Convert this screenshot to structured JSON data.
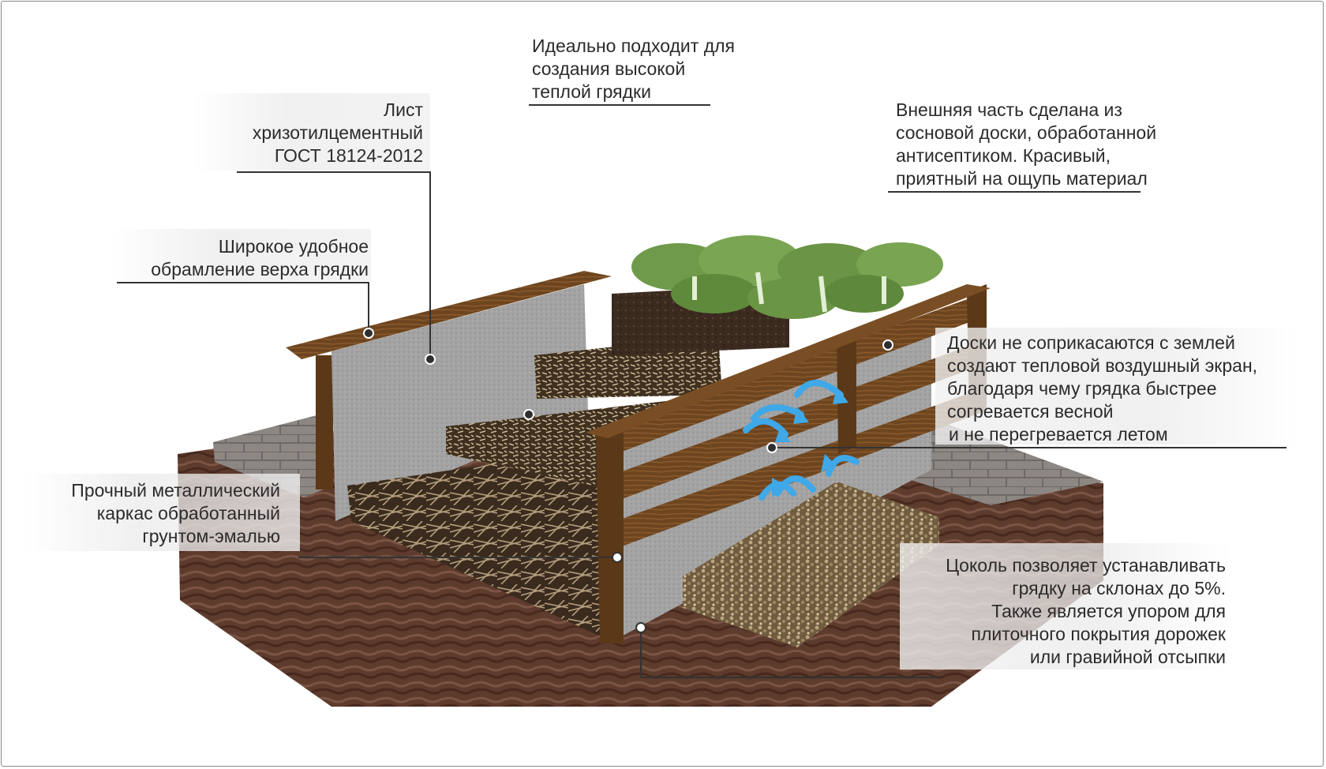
{
  "labels": {
    "asbestos_sheet": [
      "Лист",
      "хризотилцементный",
      "ГОСТ 18124-2012"
    ],
    "warm_bed": [
      "Идеально подходит для",
      "создания высокой",
      "теплой грядки"
    ],
    "outer_part": [
      "Внешняя часть сделана из",
      "сосновой доски, обработанной",
      "антисептиком. Красивый,",
      "приятный на ощупь материал"
    ],
    "top_frame": [
      "Широкое удобное",
      "обрамление верха грядки"
    ],
    "air_screen": [
      "Доски не соприкасаются с землей",
      "создают тепловой воздушный экран,",
      "благодаря чему грядка быстрее",
      "согревается весной",
      "и не перегревается летом"
    ],
    "metal_frame": [
      "Прочный металлический",
      "каркас обработанный",
      "грунтом-эмалью"
    ],
    "plinth": [
      "Цоколь позволяет устанавливать",
      "грядку на склонах до 5%.",
      "Также является упором для",
      "плиточного покрытия дорожек",
      "или гравийной отсыпки"
    ]
  },
  "colors": {
    "soil": "#5a3a2c",
    "wood": "#6b4420",
    "wood_light": "#8a5a2c",
    "sheet": "#9c9c9c",
    "paving": "#8f8a86",
    "gravel": "#8c7a5a",
    "leaf": "#6f9a4a",
    "arrow": "#3fa8e8",
    "leader": "#333333"
  },
  "icons": [
    "air-flow-arrow-icon"
  ]
}
